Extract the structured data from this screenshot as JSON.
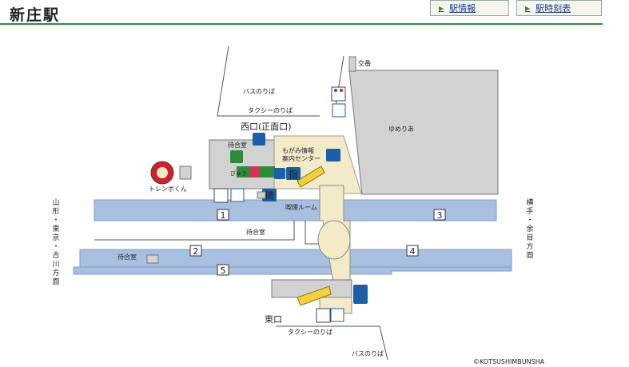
{
  "page": {
    "title": "新庄駅"
  },
  "nav": [
    {
      "label": "駅情報"
    },
    {
      "label": "駅時刻表"
    }
  ],
  "map": {
    "exit_west": "西口(正面口)",
    "exit_east": "東口",
    "bus_stop": "バスのりば",
    "taxi_stop": "タクシーのりば",
    "police_box": "交番",
    "yumeria": "ゆめりあ",
    "info_center_line1": "もがみ情報",
    "info_center_line2": "案内センター",
    "waiting_room": "待合室",
    "smoking_room": "喫煙ルーム",
    "ticket_office_char": "指",
    "fare_adjust_char": "精",
    "mascot_name": "トレンボくん",
    "view_plaza": "びゅう",
    "dir_left": [
      "山",
      "形",
      "・",
      "東",
      "京",
      "・",
      "古",
      "川",
      "方",
      "面"
    ],
    "dir_right": [
      "横",
      "手",
      "・",
      "余",
      "目",
      "方",
      "面"
    ],
    "platforms": [
      "1",
      "2",
      "3",
      "4",
      "5"
    ],
    "copyright": "©KOTSUSHIMBUNSHA"
  },
  "colors": {
    "platform": "#a8bfe0",
    "concourse": "#f3eac8",
    "building": "#d2d2d2",
    "accent_green": "#2e8b3a",
    "sign_blue": "#1a5fa8",
    "toilet_red": "#d0202a",
    "stair_yellow": "#f2d13a"
  }
}
